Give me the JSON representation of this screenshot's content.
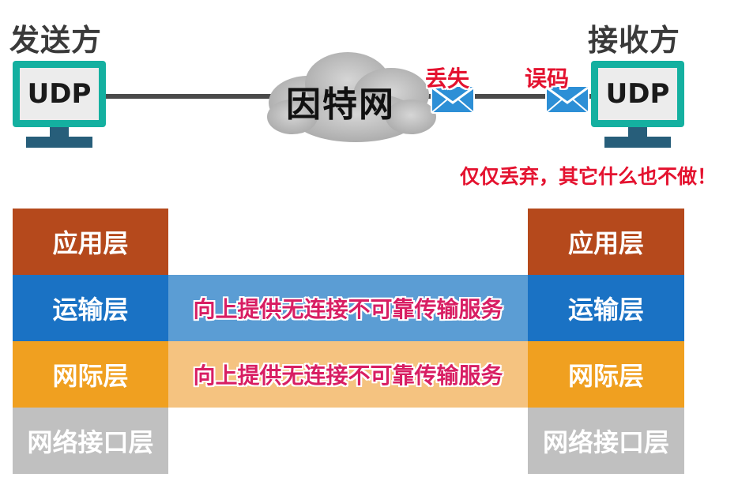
{
  "sender": {
    "title": "发送方",
    "device_label": "UDP"
  },
  "receiver": {
    "title": "接收方",
    "device_label": "UDP"
  },
  "network": {
    "label": "因特网"
  },
  "annotations": {
    "lost": "丢失",
    "corrupted": "误码",
    "action": "仅仅丢弃，其它什么也不做！"
  },
  "layers": {
    "application": "应用层",
    "transport": "运输层",
    "internet": "网际层",
    "link": "网络接口层"
  },
  "services": {
    "transport_service": "向上提供无连接不可靠传输服务",
    "internet_service": "向上提供无连接不可靠传输服务"
  },
  "colors": {
    "application": "#b5491c",
    "transport": "#1a72c4",
    "internet": "#f0a020",
    "link": "#c0c0c0",
    "transport_band": "#5b9dd4",
    "internet_band": "#f5c380",
    "monitor": "#14b0a0",
    "annotation_red": "#e4122f",
    "service_text": "#d81e63"
  },
  "icons": [
    "computer-icon",
    "cloud-icon",
    "envelope-icon"
  ]
}
